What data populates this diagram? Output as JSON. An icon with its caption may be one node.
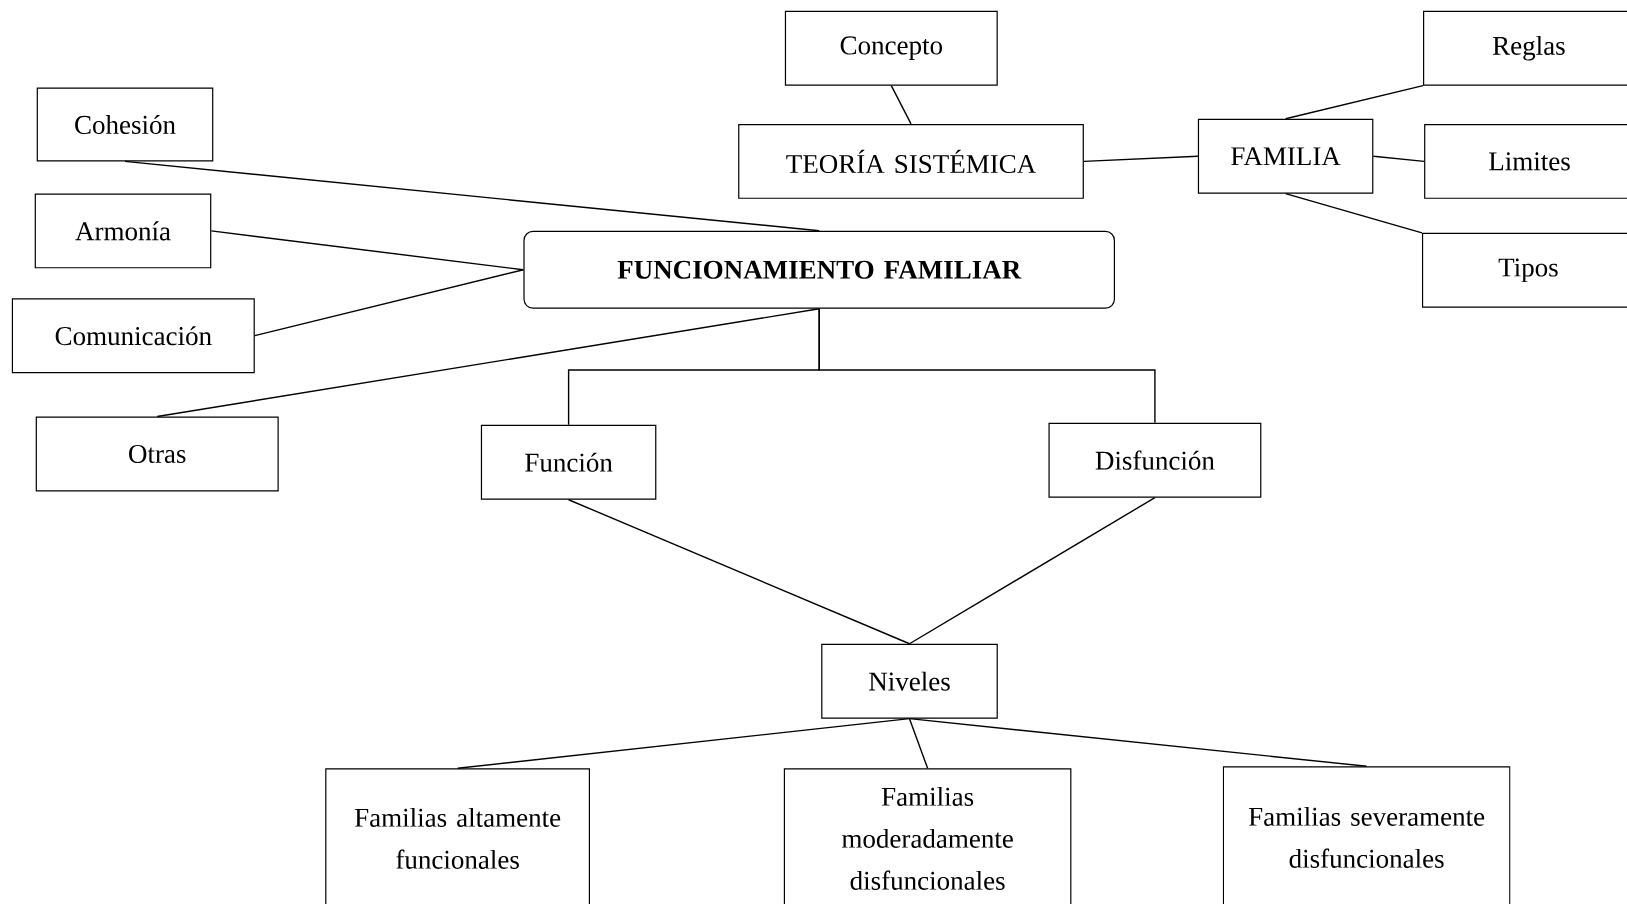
{
  "diagram": {
    "nodes": [
      {
        "text": [
          "Concepto"
        ]
      },
      {
        "text": [
          "TEORÍA SISTÉMICA"
        ]
      },
      {
        "text": [
          "FAMILIA"
        ]
      },
      {
        "text": [
          "Reglas"
        ]
      },
      {
        "text": [
          "Limites"
        ]
      },
      {
        "text": [
          "Tipos"
        ]
      },
      {
        "text": [
          "Cohesión"
        ]
      },
      {
        "text": [
          "Armonía"
        ]
      },
      {
        "text": [
          "Comunicación"
        ]
      },
      {
        "text": [
          "Otras"
        ]
      },
      {
        "text": [
          "FUNCIONAMIENTO FAMILIAR"
        ]
      },
      {
        "text": [
          "Función"
        ]
      },
      {
        "text": [
          "Disfunción"
        ]
      },
      {
        "text": [
          "Niveles"
        ]
      },
      {
        "text": [
          "Familias altamente funcionales"
        ]
      },
      {
        "text": [
          "Familias moderadamente disfuncionales"
        ]
      },
      {
        "text": [
          "Familias severamente disfuncionales"
        ]
      }
    ],
    "edges": [
      {
        "from": 0,
        "to": 1,
        "arrow": "none"
      },
      {
        "from": 1,
        "to": 2,
        "arrow": "none"
      },
      {
        "from": 2,
        "to": 3,
        "arrow": "none"
      },
      {
        "from": 2,
        "to": 4,
        "arrow": "none"
      },
      {
        "from": 2,
        "to": 5,
        "arrow": "none"
      },
      {
        "from": 6,
        "to": 10,
        "arrow": "none"
      },
      {
        "from": 7,
        "to": 10,
        "arrow": "none"
      },
      {
        "from": 8,
        "to": 10,
        "arrow": "none"
      },
      {
        "from": 9,
        "to": 10,
        "arrow": "none"
      },
      {
        "from": 10,
        "to": 11,
        "arrow": "none"
      },
      {
        "from": 10,
        "to": 12,
        "arrow": "none"
      },
      {
        "from": 11,
        "to": 13,
        "arrow": "none"
      },
      {
        "from": 12,
        "to": 13,
        "arrow": "none"
      },
      {
        "from": 13,
        "to": 14,
        "arrow": "none"
      },
      {
        "from": 13,
        "to": 15,
        "arrow": "none"
      },
      {
        "from": 13,
        "to": 16,
        "arrow": "none"
      }
    ]
  }
}
